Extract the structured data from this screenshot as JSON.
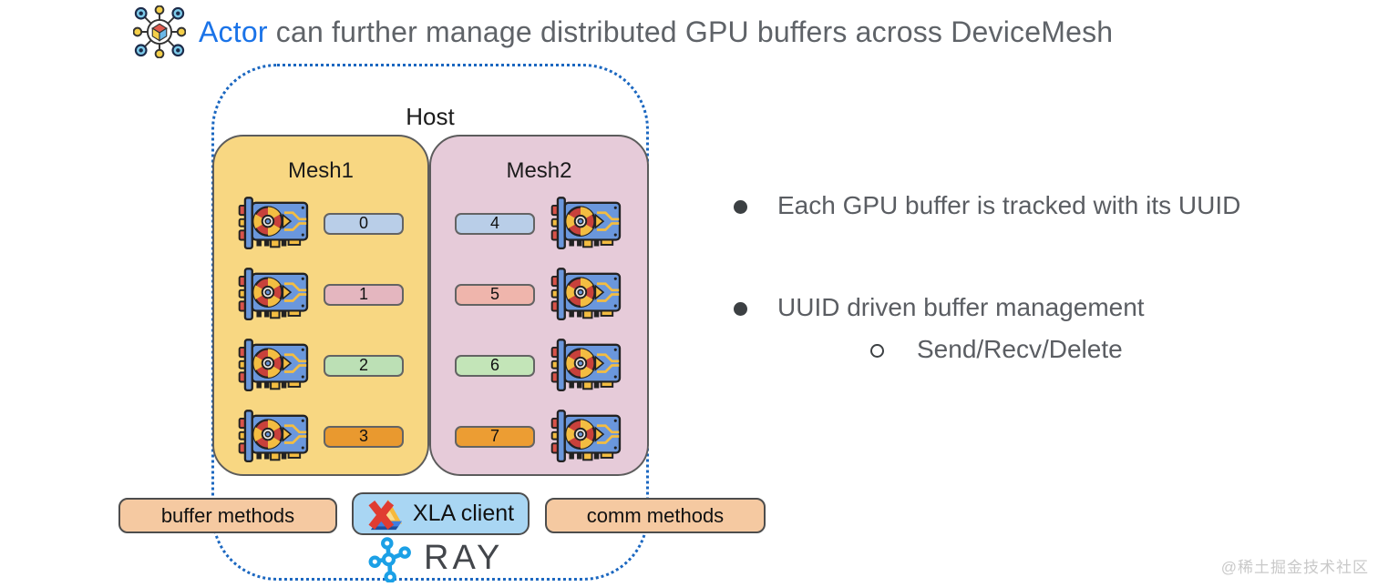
{
  "title": {
    "highlight": "Actor",
    "rest": " can further manage distributed GPU buffers across DeviceMesh",
    "icon": "distributed-actor-icon"
  },
  "host": {
    "label": "Host",
    "meshes": [
      {
        "label": "Mesh1",
        "bg": "#F8D782",
        "buffers": [
          {
            "id": "0",
            "color": "#B9CEE8"
          },
          {
            "id": "1",
            "color": "#E4B6BF"
          },
          {
            "id": "2",
            "color": "#BCE0B5"
          },
          {
            "id": "3",
            "color": "#E9992F"
          }
        ]
      },
      {
        "label": "Mesh2",
        "bg": "#E6CBD9",
        "buffers": [
          {
            "id": "4",
            "color": "#B9CEE8"
          },
          {
            "id": "5",
            "color": "#EFB5AC"
          },
          {
            "id": "6",
            "color": "#C3E5B8"
          },
          {
            "id": "7",
            "color": "#EC9D33"
          }
        ]
      }
    ]
  },
  "toolbar": {
    "buffer_methods": "buffer methods",
    "xla_client": "XLA client",
    "comm_methods": "comm methods",
    "ray": "RAY"
  },
  "bullets": [
    {
      "level": 1,
      "text": "Each GPU buffer is tracked with its UUID"
    },
    {
      "level": 1,
      "text": "UUID driven buffer management"
    },
    {
      "level": 2,
      "text": "Send/Recv/Delete"
    }
  ],
  "watermark": "@稀土掘金技术社区",
  "colors": {
    "title_accent": "#1a73e8",
    "title_gray": "#5f6368",
    "host_border": "#1b67c0",
    "mesh1_bg": "#F8D782",
    "mesh2_bg": "#E6CBD9",
    "button_peach": "#f5c9a1",
    "button_blue": "#a9d6f3",
    "ray_blue": "#1ba0e6"
  }
}
